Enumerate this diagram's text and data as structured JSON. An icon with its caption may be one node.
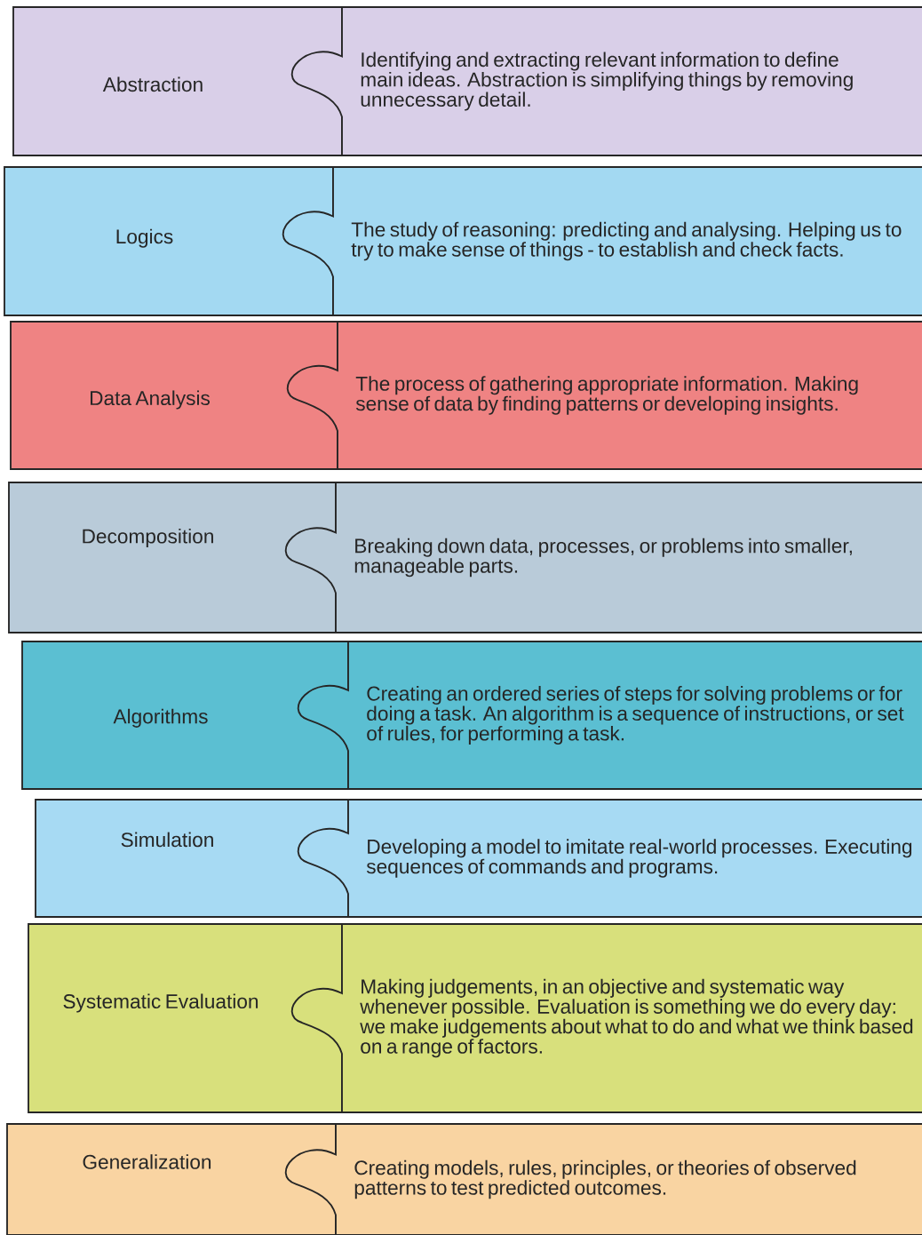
{
  "diagram": {
    "nodes": [
      {
        "text": [
          "Abstraction"
        ]
      },
      {
        "text": [
          "Identifying and extracting relevant information to define main ideas. Abstraction is simplifying things by removing unnecessary detail."
        ]
      },
      {
        "text": [
          "Logics"
        ]
      },
      {
        "text": [
          "The study of reasoning: predicting and analysing. Helping us to try to make sense of things - to establish and check facts."
        ]
      },
      {
        "text": [
          "Data Analysis"
        ]
      },
      {
        "text": [
          "The process of gathering appropriate information. Making sense of data by finding patterns or developing insights."
        ]
      },
      {
        "text": [
          "Decomposition"
        ]
      },
      {
        "text": [
          "Breaking down data, processes, or problems into smaller, manageable parts."
        ]
      },
      {
        "text": [
          "Algorithms"
        ]
      },
      {
        "text": [
          "Creating an ordered series of steps for solving problems or for doing a task. An algorithm is a sequence of instructions, or set of rules, for performing a task."
        ]
      },
      {
        "text": [
          "Simulation"
        ]
      },
      {
        "text": [
          "Developing a model to imitate real-world processes. Executing sequences of commands and programs."
        ]
      },
      {
        "text": [
          "Systematic Evaluation"
        ]
      },
      {
        "text": [
          "Making judgements, in an objective and systematic way whenever possible. Evaluation is something we do every day: we make judgements about what to do and what we think based on a range of factors."
        ]
      },
      {
        "text": [
          "Generalization"
        ]
      },
      {
        "text": [
          "Creating models, rules, principles, or theories of observed patterns to test predicted outcomes."
        ]
      }
    ]
  }
}
